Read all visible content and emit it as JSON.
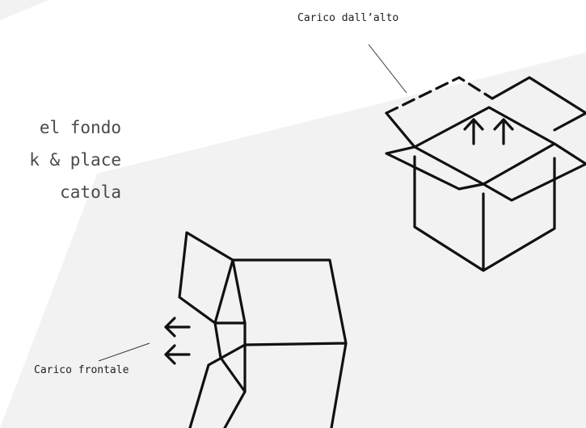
{
  "colors": {
    "background": "#ffffff",
    "panel": "#f2f2f3",
    "stroke": "#111111",
    "text": "#4a4a4a",
    "leader": "#333333"
  },
  "lead_text": {
    "lines": [
      "el fondo",
      "k & place",
      "catola"
    ]
  },
  "labels": {
    "top_load": "Carico dall’alto",
    "front_load": "Carico frontale"
  },
  "icons": {
    "top_box": "open-box-top-load-icon",
    "front_box": "open-box-front-load-icon",
    "up_arrows": "arrow-up-icon",
    "left_arrows": "arrow-left-icon"
  }
}
